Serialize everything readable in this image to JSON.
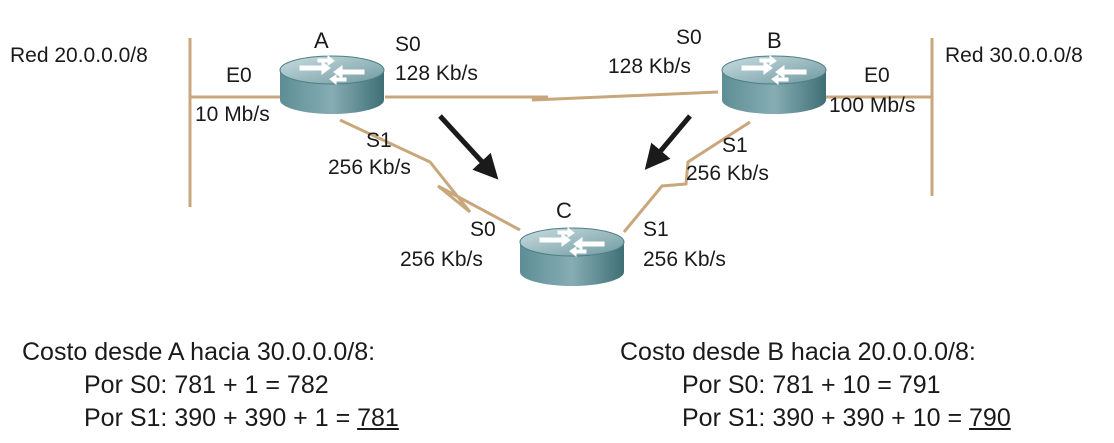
{
  "colors": {
    "link": "#c8a77c",
    "router_top": "#8fb0b6",
    "router_side": "#4d7f86",
    "arrow": "#1a1a1a"
  },
  "networks": {
    "left": "Red 20.0.0.0/8",
    "right": "Red 30.0.0.0/8"
  },
  "routers": {
    "a": {
      "name": "A",
      "icon": "router-icon"
    },
    "b": {
      "name": "B",
      "icon": "router-icon"
    },
    "c": {
      "name": "C",
      "icon": "router-icon"
    }
  },
  "interfaces": {
    "a_e0": "E0",
    "a_e0_bw": "10 Mb/s",
    "a_s0": "S0",
    "a_s0_bw": "128 Kb/s",
    "a_s1": "S1",
    "a_s1_bw": "256 Kb/s",
    "b_s0": "S0",
    "b_s0_bw": "128 Kb/s",
    "b_e0": "E0",
    "b_e0_bw": "100 Mb/s",
    "b_s1": "S1",
    "b_s1_bw": "256 Kb/s",
    "c_s0": "S0",
    "c_s0_bw": "256 Kb/s",
    "c_s1": "S1",
    "c_s1_bw": "256 Kb/s"
  },
  "costs": {
    "from_a": {
      "title": "Costo desde A hacia 30.0.0.0/8:",
      "s0_prefix": "Por S0: 781 + 1 = 782",
      "s1_prefix": "Por S1: 390 + 390 + 1 = ",
      "s1_best": "781"
    },
    "from_b": {
      "title": "Costo desde B hacia 20.0.0.0/8:",
      "s0_prefix": "Por S0: 781 + 10 = 791",
      "s1_prefix": "Por S1: 390 + 390 + 10 = ",
      "s1_best": "790"
    }
  }
}
